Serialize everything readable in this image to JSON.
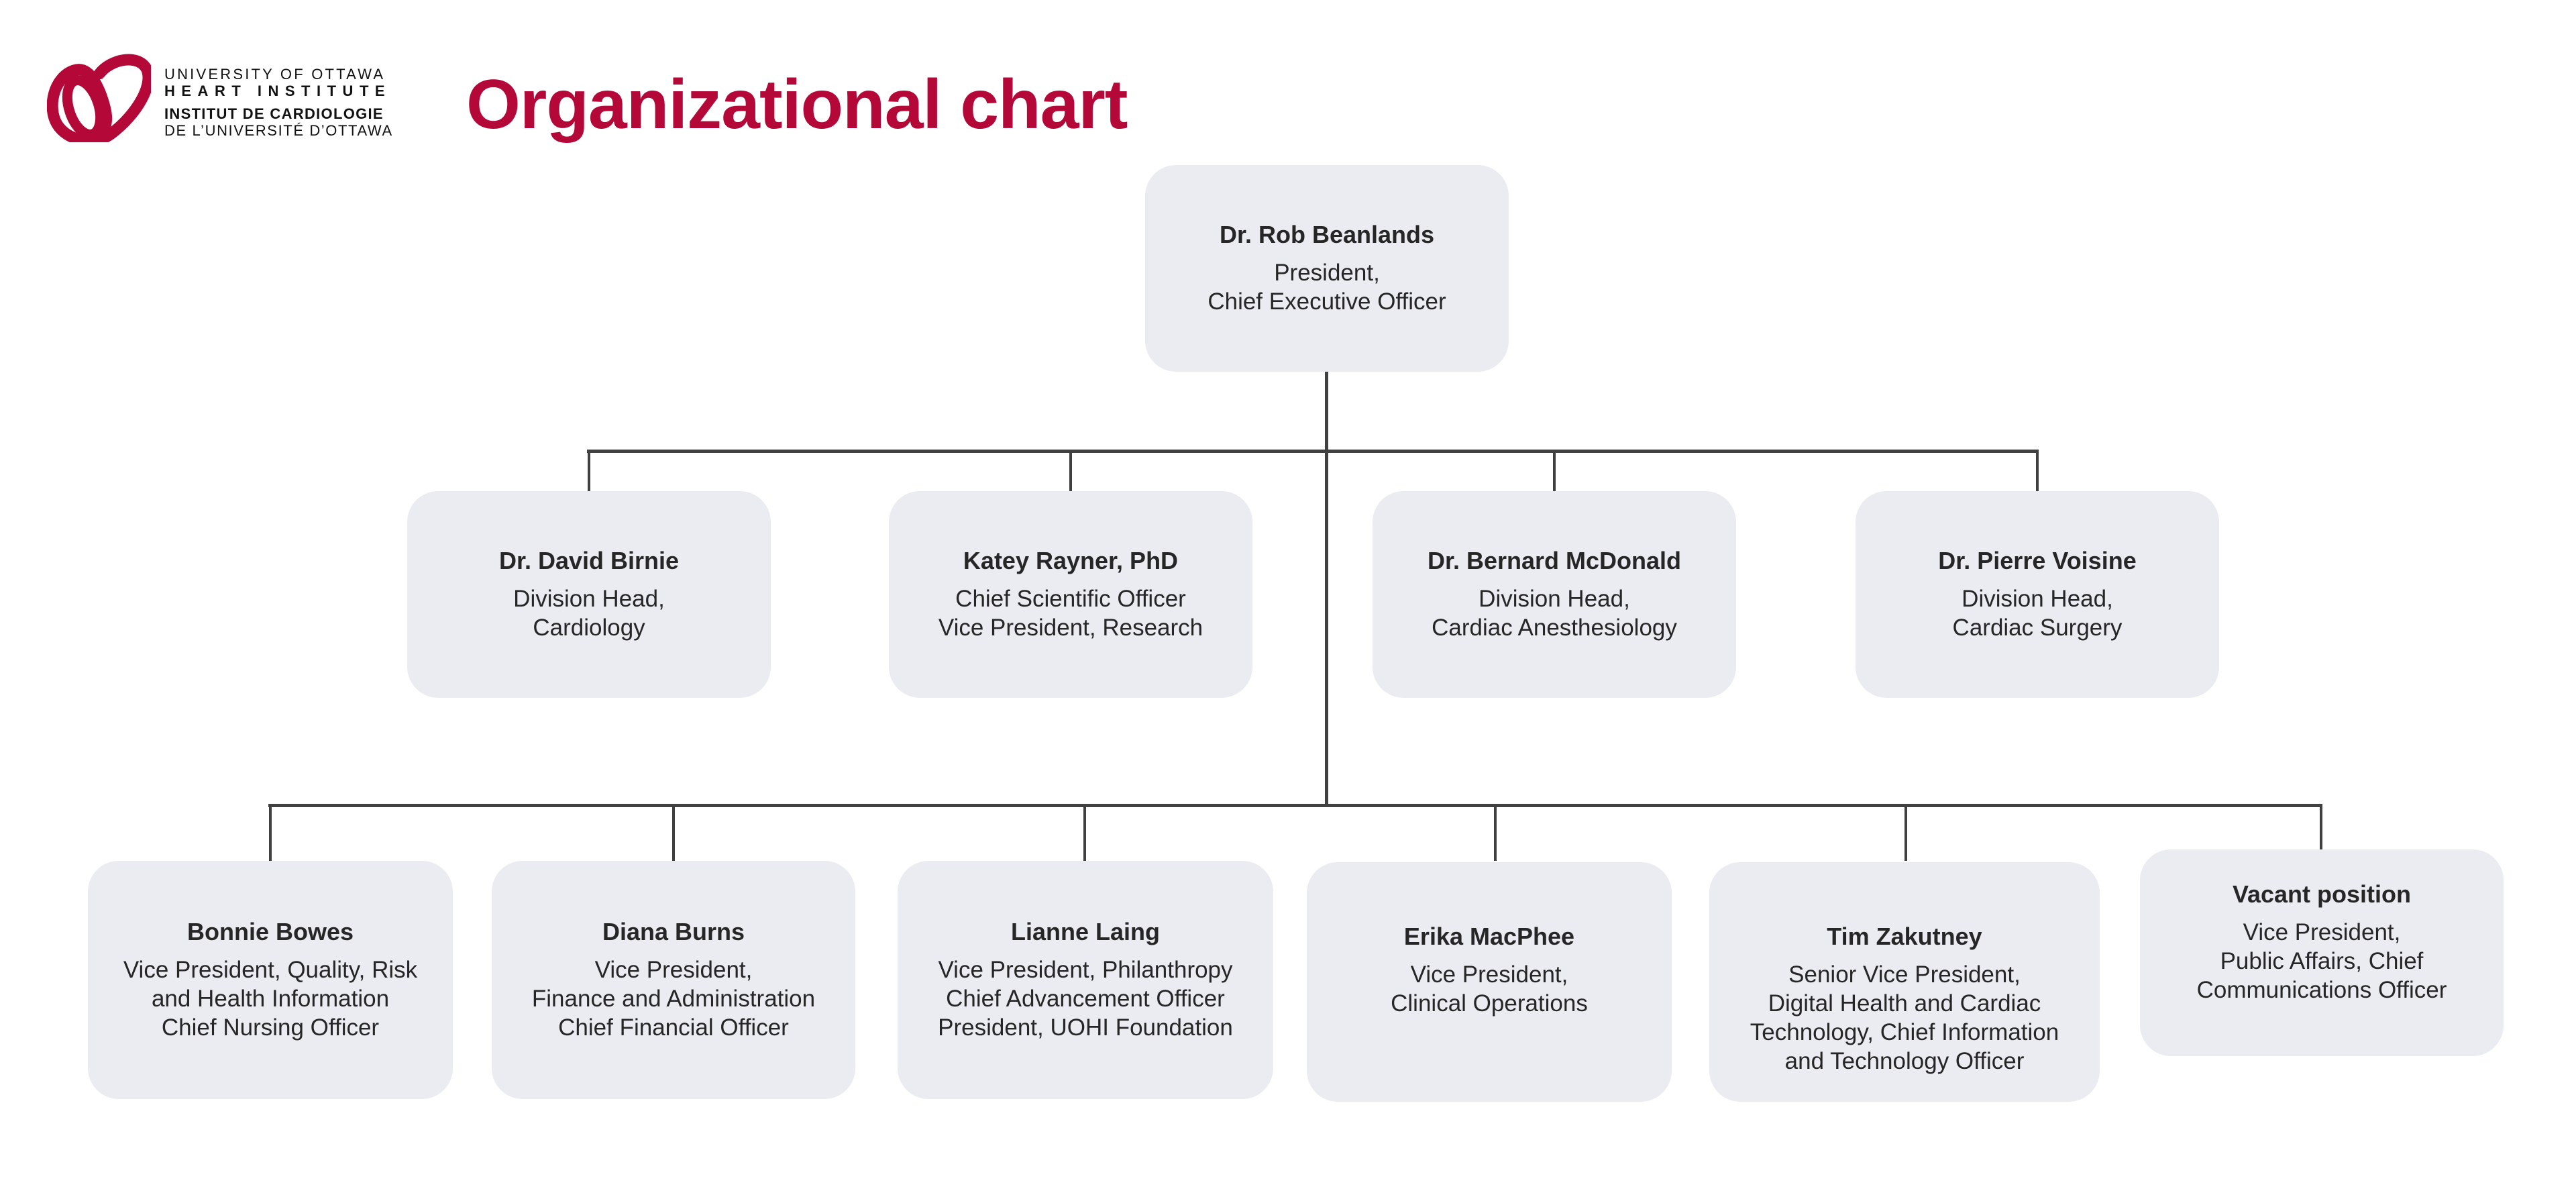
{
  "logo": {
    "name": "heart-institute-logo",
    "color": "#b30838",
    "lines": [
      "UNIVERSITY OF OTTAWA",
      "HEART INSTITUTE",
      "INSTITUT DE CARDIOLOGIE",
      "DE L’UNIVERSITÉ D’OTTAWA"
    ]
  },
  "title": "Organizational chart",
  "colors": {
    "accent": "#b30838",
    "box_bg": "#ebecf2",
    "connector": "#404040",
    "text": "#262626"
  },
  "top": {
    "name": "Dr. Rob Beanlands",
    "role_lines": [
      "President,",
      "Chief Executive Officer"
    ]
  },
  "row2": [
    {
      "name": "Dr. David Birnie",
      "role_lines": [
        "Division Head,",
        "Cardiology"
      ]
    },
    {
      "name": "Katey Rayner, PhD",
      "role_lines": [
        "Chief Scientific Officer",
        "Vice President, Research"
      ]
    },
    {
      "name": "Dr. Bernard McDonald",
      "role_lines": [
        "Division Head,",
        "Cardiac Anesthesiology"
      ]
    },
    {
      "name": "Dr. Pierre Voisine",
      "role_lines": [
        "Division Head,",
        "Cardiac Surgery"
      ]
    }
  ],
  "row3": [
    {
      "name": "Bonnie Bowes",
      "role_lines": [
        "Vice President, Quality, Risk",
        "and Health Information",
        "Chief Nursing Officer"
      ]
    },
    {
      "name": "Diana Burns",
      "role_lines": [
        "Vice President,",
        "Finance and Administration",
        "Chief Financial Officer"
      ]
    },
    {
      "name": "Lianne Laing",
      "role_lines": [
        "Vice President, Philanthropy",
        "Chief Advancement Officer",
        "President, UOHI Foundation"
      ]
    },
    {
      "name": "Erika MacPhee",
      "role_lines": [
        "Vice President,",
        "Clinical Operations"
      ]
    },
    {
      "name": "Tim Zakutney",
      "role_lines": [
        "Senior Vice President,",
        "Digital Health and Cardiac",
        "Technology, Chief Information",
        "and Technology Officer"
      ]
    },
    {
      "name": "Vacant position",
      "role_lines": [
        "Vice President,",
        "Public Affairs, Chief",
        "Communications Officer"
      ]
    }
  ]
}
